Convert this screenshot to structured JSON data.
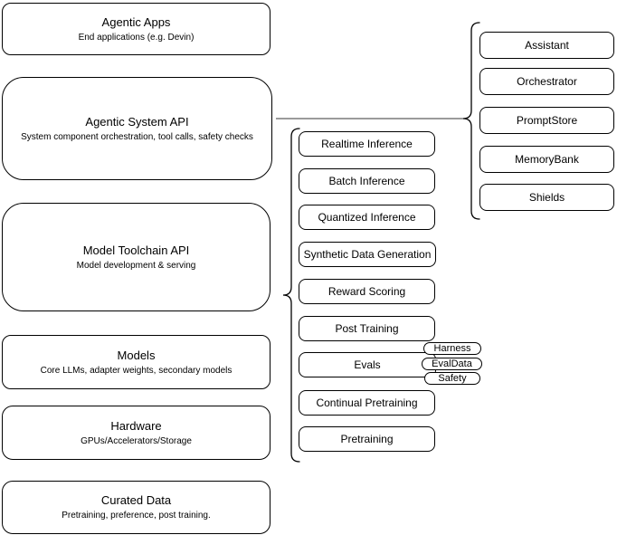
{
  "diagram": {
    "left_stack": [
      {
        "title": "Agentic Apps",
        "subtitle": "End applications (e.g. Devin)"
      },
      {
        "title": "Agentic System API",
        "subtitle": "System component orchestration, tool calls, safety checks"
      },
      {
        "title": "Model Toolchain API",
        "subtitle": "Model development & serving"
      },
      {
        "title": "Models",
        "subtitle": "Core LLMs, adapter weights, secondary models"
      },
      {
        "title": "Hardware",
        "subtitle": "GPUs/Accelerators/Storage"
      },
      {
        "title": "Curated Data",
        "subtitle": "Pretraining, preference, post training."
      }
    ],
    "toolchain_items": [
      "Realtime Inference",
      "Batch Inference",
      "Quantized Inference",
      "Synthetic Data Generation",
      "Reward Scoring",
      "Post Training",
      "Evals",
      "Continual Pretraining",
      "Pretraining"
    ],
    "system_items": [
      "Assistant",
      "Orchestrator",
      "PromptStore",
      "MemoryBank",
      "Shields"
    ],
    "evals_tags": [
      "Harness",
      "EvalData",
      "Safety"
    ],
    "colors": {
      "stroke": "#000000",
      "connector": "#7a7a7a",
      "background": "#ffffff"
    }
  }
}
